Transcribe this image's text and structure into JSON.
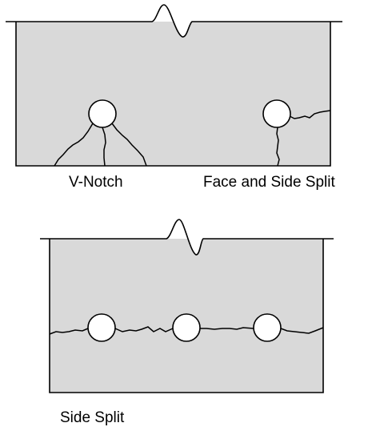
{
  "colors": {
    "block_fill": "#d9d9d9",
    "stroke": "#000000",
    "hole_fill": "#ffffff",
    "background": "#ffffff"
  },
  "labels": {
    "v_notch": "V-Notch",
    "face_and_side_split": "Face and Side Split",
    "side_split": "Side Split"
  }
}
